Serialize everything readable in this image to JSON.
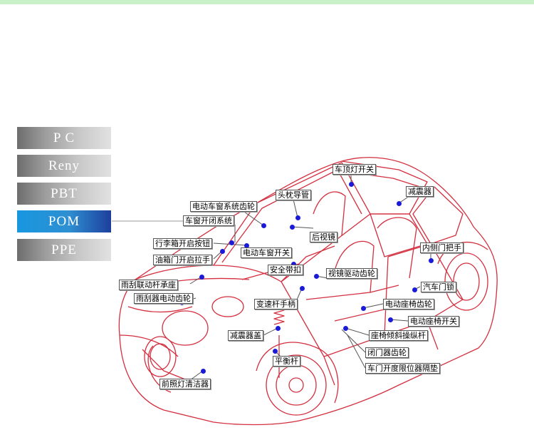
{
  "materials": [
    "P C",
    "Reny",
    "PBT",
    "POM",
    "PPE"
  ],
  "selected_material": "POM",
  "colors": {
    "active": "#1e8fdc",
    "inactive": "#9a9a9a",
    "car_outline": "#d32f3f",
    "dot": "#1a1ad8"
  },
  "labels": {
    "roof_light_switch": "车顶灯开关",
    "shock_absorber_top": "减震器",
    "window_gear": "电动车窗系统齿轮",
    "headrest_guide": "头枕导管",
    "window_switch_system": "车窗开闭系统",
    "rear_mirror": "后视镜",
    "trunk_button": "行李箱开启按钮",
    "fuel_door_handle": "油箱门开启拉手",
    "window_switch": "电动车窗开关",
    "inner_handle": "内侧门把手",
    "seatbelt": "安全带扣",
    "mirror_gear": "视镜驱动齿轮",
    "wiper_bearing": "雨刮联动杆承座",
    "car_lock": "汽车门锁",
    "wiper_gear": "雨刮器电动齿轮",
    "shift_handle": "变速杆手柄",
    "seat_gear": "电动座椅齿轮",
    "seat_switch": "电动座椅开关",
    "shock_cover": "减震器盖",
    "tilt_lever": "座椅倾斜操纵杆",
    "door_gear": "闭门器齿轮",
    "stabilizer": "平衡杆",
    "door_stop_pad": "车门开度限位器隔垫",
    "headlight_cleaner": "前照灯清洁器"
  }
}
